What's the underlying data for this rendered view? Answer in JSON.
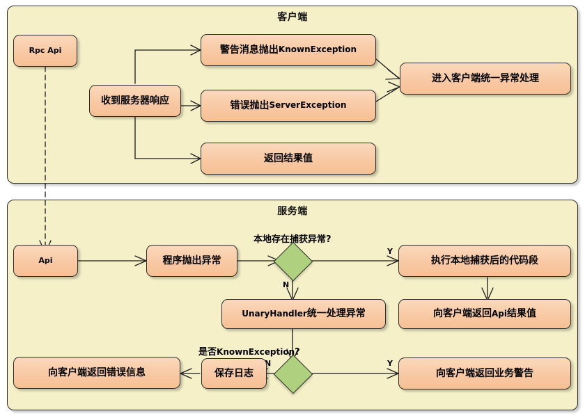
{
  "diagram": {
    "type": "flowchart",
    "panels": [
      {
        "id": "client",
        "title": "客户端",
        "nodes": [
          {
            "id": "rpc-api",
            "label": "Rpc Api",
            "shape": "rounded-rect"
          },
          {
            "id": "recv-response",
            "label": "收到服务器响应",
            "shape": "rounded-rect"
          },
          {
            "id": "warn-known-exception",
            "label_cn": "警告消息抛出",
            "label_en": "KnownException",
            "shape": "rounded-rect"
          },
          {
            "id": "error-server-exception",
            "label_cn": "错误抛出",
            "label_en": "ServerException",
            "shape": "rounded-rect"
          },
          {
            "id": "return-result",
            "label": "返回结果值",
            "shape": "rounded-rect"
          },
          {
            "id": "client-unified-exception",
            "label": "进入客户端统一异常处理",
            "shape": "rounded-rect"
          }
        ],
        "edges": [
          {
            "from": "recv-response",
            "to": "warn-known-exception",
            "label": ""
          },
          {
            "from": "recv-response",
            "to": "error-server-exception",
            "label": ""
          },
          {
            "from": "recv-response",
            "to": "return-result",
            "label": ""
          },
          {
            "from": "warn-known-exception",
            "to": "client-unified-exception",
            "label": ""
          },
          {
            "from": "error-server-exception",
            "to": "client-unified-exception",
            "label": ""
          }
        ]
      },
      {
        "id": "server",
        "title": "服务端",
        "nodes": [
          {
            "id": "api",
            "label": "Api",
            "shape": "rounded-rect"
          },
          {
            "id": "throw-exception",
            "label": "程序抛出异常",
            "shape": "rounded-rect"
          },
          {
            "id": "decision-local-catch",
            "label": "本地存在捕获异常?",
            "shape": "diamond"
          },
          {
            "id": "run-local-catch-code",
            "label": "执行本地捕获后的代码段",
            "shape": "rounded-rect"
          },
          {
            "id": "return-api-result",
            "label_cn_pre": "向客户端返回",
            "label_en": "Api",
            "label_cn_post": "结果值",
            "shape": "rounded-rect"
          },
          {
            "id": "unary-handler",
            "label_en": "UnaryHandler",
            "label_cn": "统一处理异常",
            "shape": "rounded-rect"
          },
          {
            "id": "decision-known-exception",
            "label_cn": "是否",
            "label_en": "KnownException",
            "label_q": "?",
            "shape": "diamond"
          },
          {
            "id": "save-log",
            "label": "保存日志",
            "shape": "rounded-rect"
          },
          {
            "id": "return-error-info",
            "label": "向客户端返回错误信息",
            "shape": "rounded-rect"
          },
          {
            "id": "return-business-warning",
            "label": "向客户端返回业务警告",
            "shape": "rounded-rect"
          }
        ],
        "edges": [
          {
            "from": "api",
            "to": "throw-exception",
            "label": ""
          },
          {
            "from": "throw-exception",
            "to": "decision-local-catch",
            "label": ""
          },
          {
            "from": "decision-local-catch",
            "to": "run-local-catch-code",
            "label": "Y"
          },
          {
            "from": "decision-local-catch",
            "to": "unary-handler",
            "label": "N"
          },
          {
            "from": "run-local-catch-code",
            "to": "return-api-result",
            "label": ""
          },
          {
            "from": "unary-handler",
            "to": "decision-known-exception",
            "label": ""
          },
          {
            "from": "decision-known-exception",
            "to": "return-business-warning",
            "label": "Y"
          },
          {
            "from": "decision-known-exception",
            "to": "save-log",
            "label": "N"
          },
          {
            "from": "save-log",
            "to": "return-error-info",
            "label": ""
          }
        ]
      }
    ],
    "cross_panel_edges": [
      {
        "from": "rpc-api",
        "to": "api",
        "style": "dashed",
        "label": ""
      }
    ],
    "labels": {
      "yes": "Y",
      "no": "N",
      "q_local_catch": "本地存在捕获异常?",
      "q_known_exception_cn": "是否",
      "q_known_exception_en": "KnownException",
      "q_mark": "?"
    },
    "colors": {
      "panel_fill": "#F5F0C8",
      "node_fill": "#F8C9A4",
      "node_fill_light": "#FBD9BC",
      "diamond_fill": "#AFD17F",
      "stroke": "#2b2b2b",
      "text": "#000000",
      "background": "#FFFFFF"
    }
  }
}
